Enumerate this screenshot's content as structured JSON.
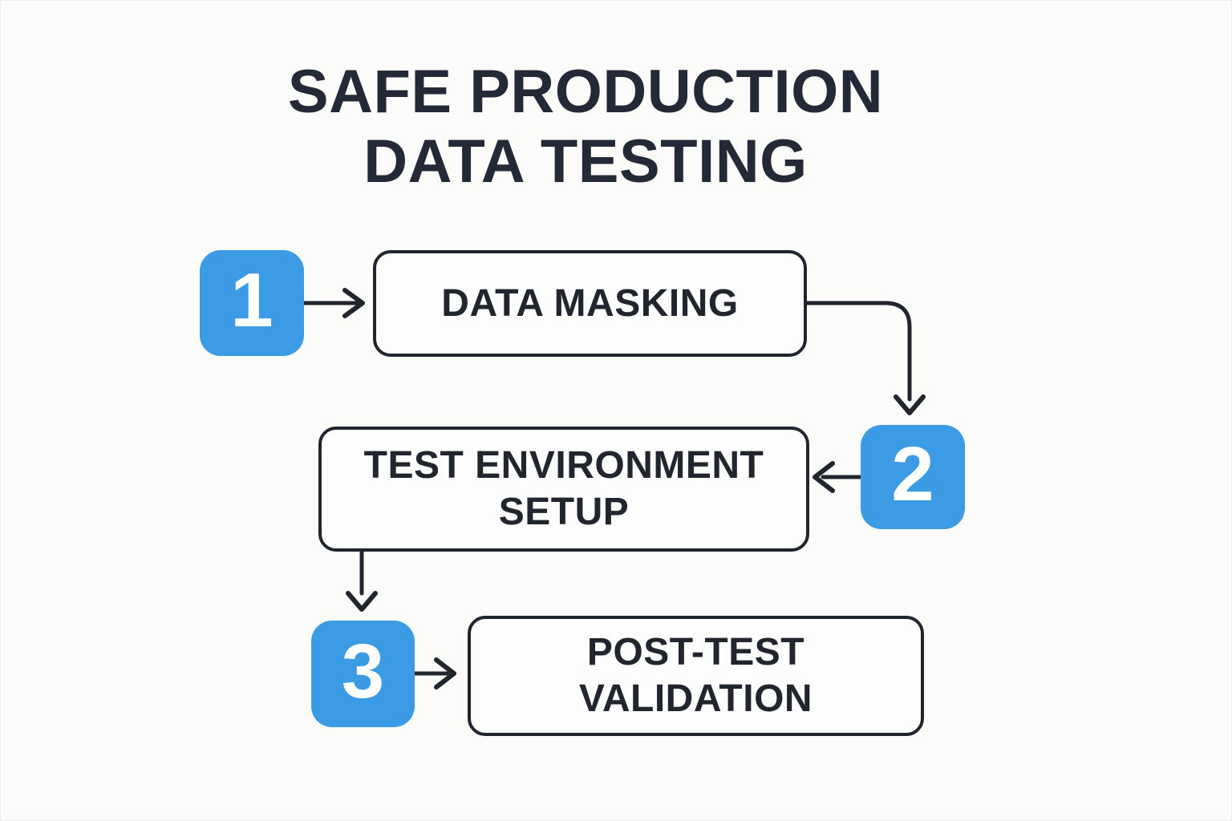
{
  "title": {
    "line1": "SAFE PRODUCTION",
    "line2": "DATA TESTING"
  },
  "flowchart": {
    "steps": [
      {
        "number": "1",
        "label": "DATA MASKING"
      },
      {
        "number": "2",
        "label": "TEST ENVIRONMENT\nSETUP"
      },
      {
        "number": "3",
        "label": "POST-TEST\nVALIDATION"
      }
    ]
  },
  "icons": {
    "arrowheads": "chevron-arrowhead-icon"
  },
  "colors": {
    "accent_blue": "#3b9be5",
    "ink": "#20252e",
    "background": "#fbfbfa",
    "node_fill": "#fdfdfd",
    "number_text": "#ffffff",
    "title_ink": "#232936"
  }
}
